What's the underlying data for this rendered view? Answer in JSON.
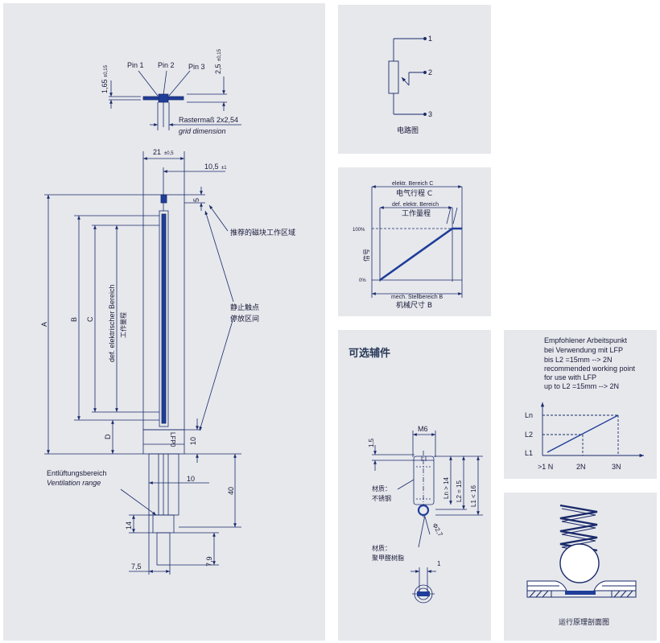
{
  "main_drawing": {
    "pin1": "Pin 1",
    "pin2": "Pin 2",
    "pin3": "Pin 3",
    "dim_165": "1,65",
    "tol_165": "±0,15",
    "dim_25": "2,5",
    "tol_25": "±0,15",
    "raster": "Rastermaß 2x2,54",
    "grid": "grid dimension",
    "dim_21": "21",
    "tol_21": "±0,5",
    "dim_105": "10,5",
    "tol_105": "±1",
    "dim_5": "5",
    "dim_10": "10",
    "dim_10b": "10",
    "dim_40": "40",
    "dim_14": "14",
    "dim_75": "7,5",
    "dim_79": "7,9",
    "label_A": "A",
    "label_B": "B",
    "label_C": "C",
    "label_D": "D",
    "def_elektr": "def. elektrischer Bereich",
    "gongzuo": "工作量程",
    "lfp": "LFP",
    "zero": "0",
    "recommend_zone": "推荐的磁块工作区域",
    "stop_line1": "静止触点",
    "stop_line2": "停放区间",
    "vent_de": "Entlüftungsbereich",
    "vent_en": "Ventilation range"
  },
  "circuit": {
    "p1": "1",
    "p2": "2",
    "p3": "3",
    "caption": "电路图"
  },
  "range_chart": {
    "elektr_c": "elektr. Bereich C",
    "cn_c": "电气行程 C",
    "def_elektr": "def. elektr. Bereich",
    "cn_def": "工作量程",
    "y100": "100%",
    "y0": "0%",
    "signal": "信号",
    "mech": "mech. Stellbereich B",
    "cn_mech": "机械尺寸 B"
  },
  "accessories": {
    "title": "可选辅件",
    "m6": "M6",
    "d15": "1,5",
    "ln14": "Ln > 14",
    "l215": "L2 = 15",
    "l116": "L1 < 16",
    "phi": "Φ2,7",
    "mat1_a": "材质：",
    "mat1_b": "不锈钢",
    "mat2_a": "材质：",
    "mat2_b": "聚甲醛树脂",
    "d1": "1"
  },
  "working_point": {
    "line1": "Empfohlener Arbeitspunkt",
    "line2": "bei Verwendung mit LFP",
    "line3": "bis L2 =15mm --> 2N",
    "line4": "recommended working point",
    "line5": "for use with LFP",
    "line6": "up to L2 =15mm --> 2N",
    "ln": "Ln",
    "l2": "L2",
    "l1": "L1",
    "x1": ">1 N",
    "x2": "2N",
    "x3": "3N"
  },
  "principle": {
    "caption": "运行原理剖面图"
  },
  "colors": {
    "panel": "#e6e8ec",
    "line": "#1a2a6a",
    "accent": "#1f3d99"
  }
}
